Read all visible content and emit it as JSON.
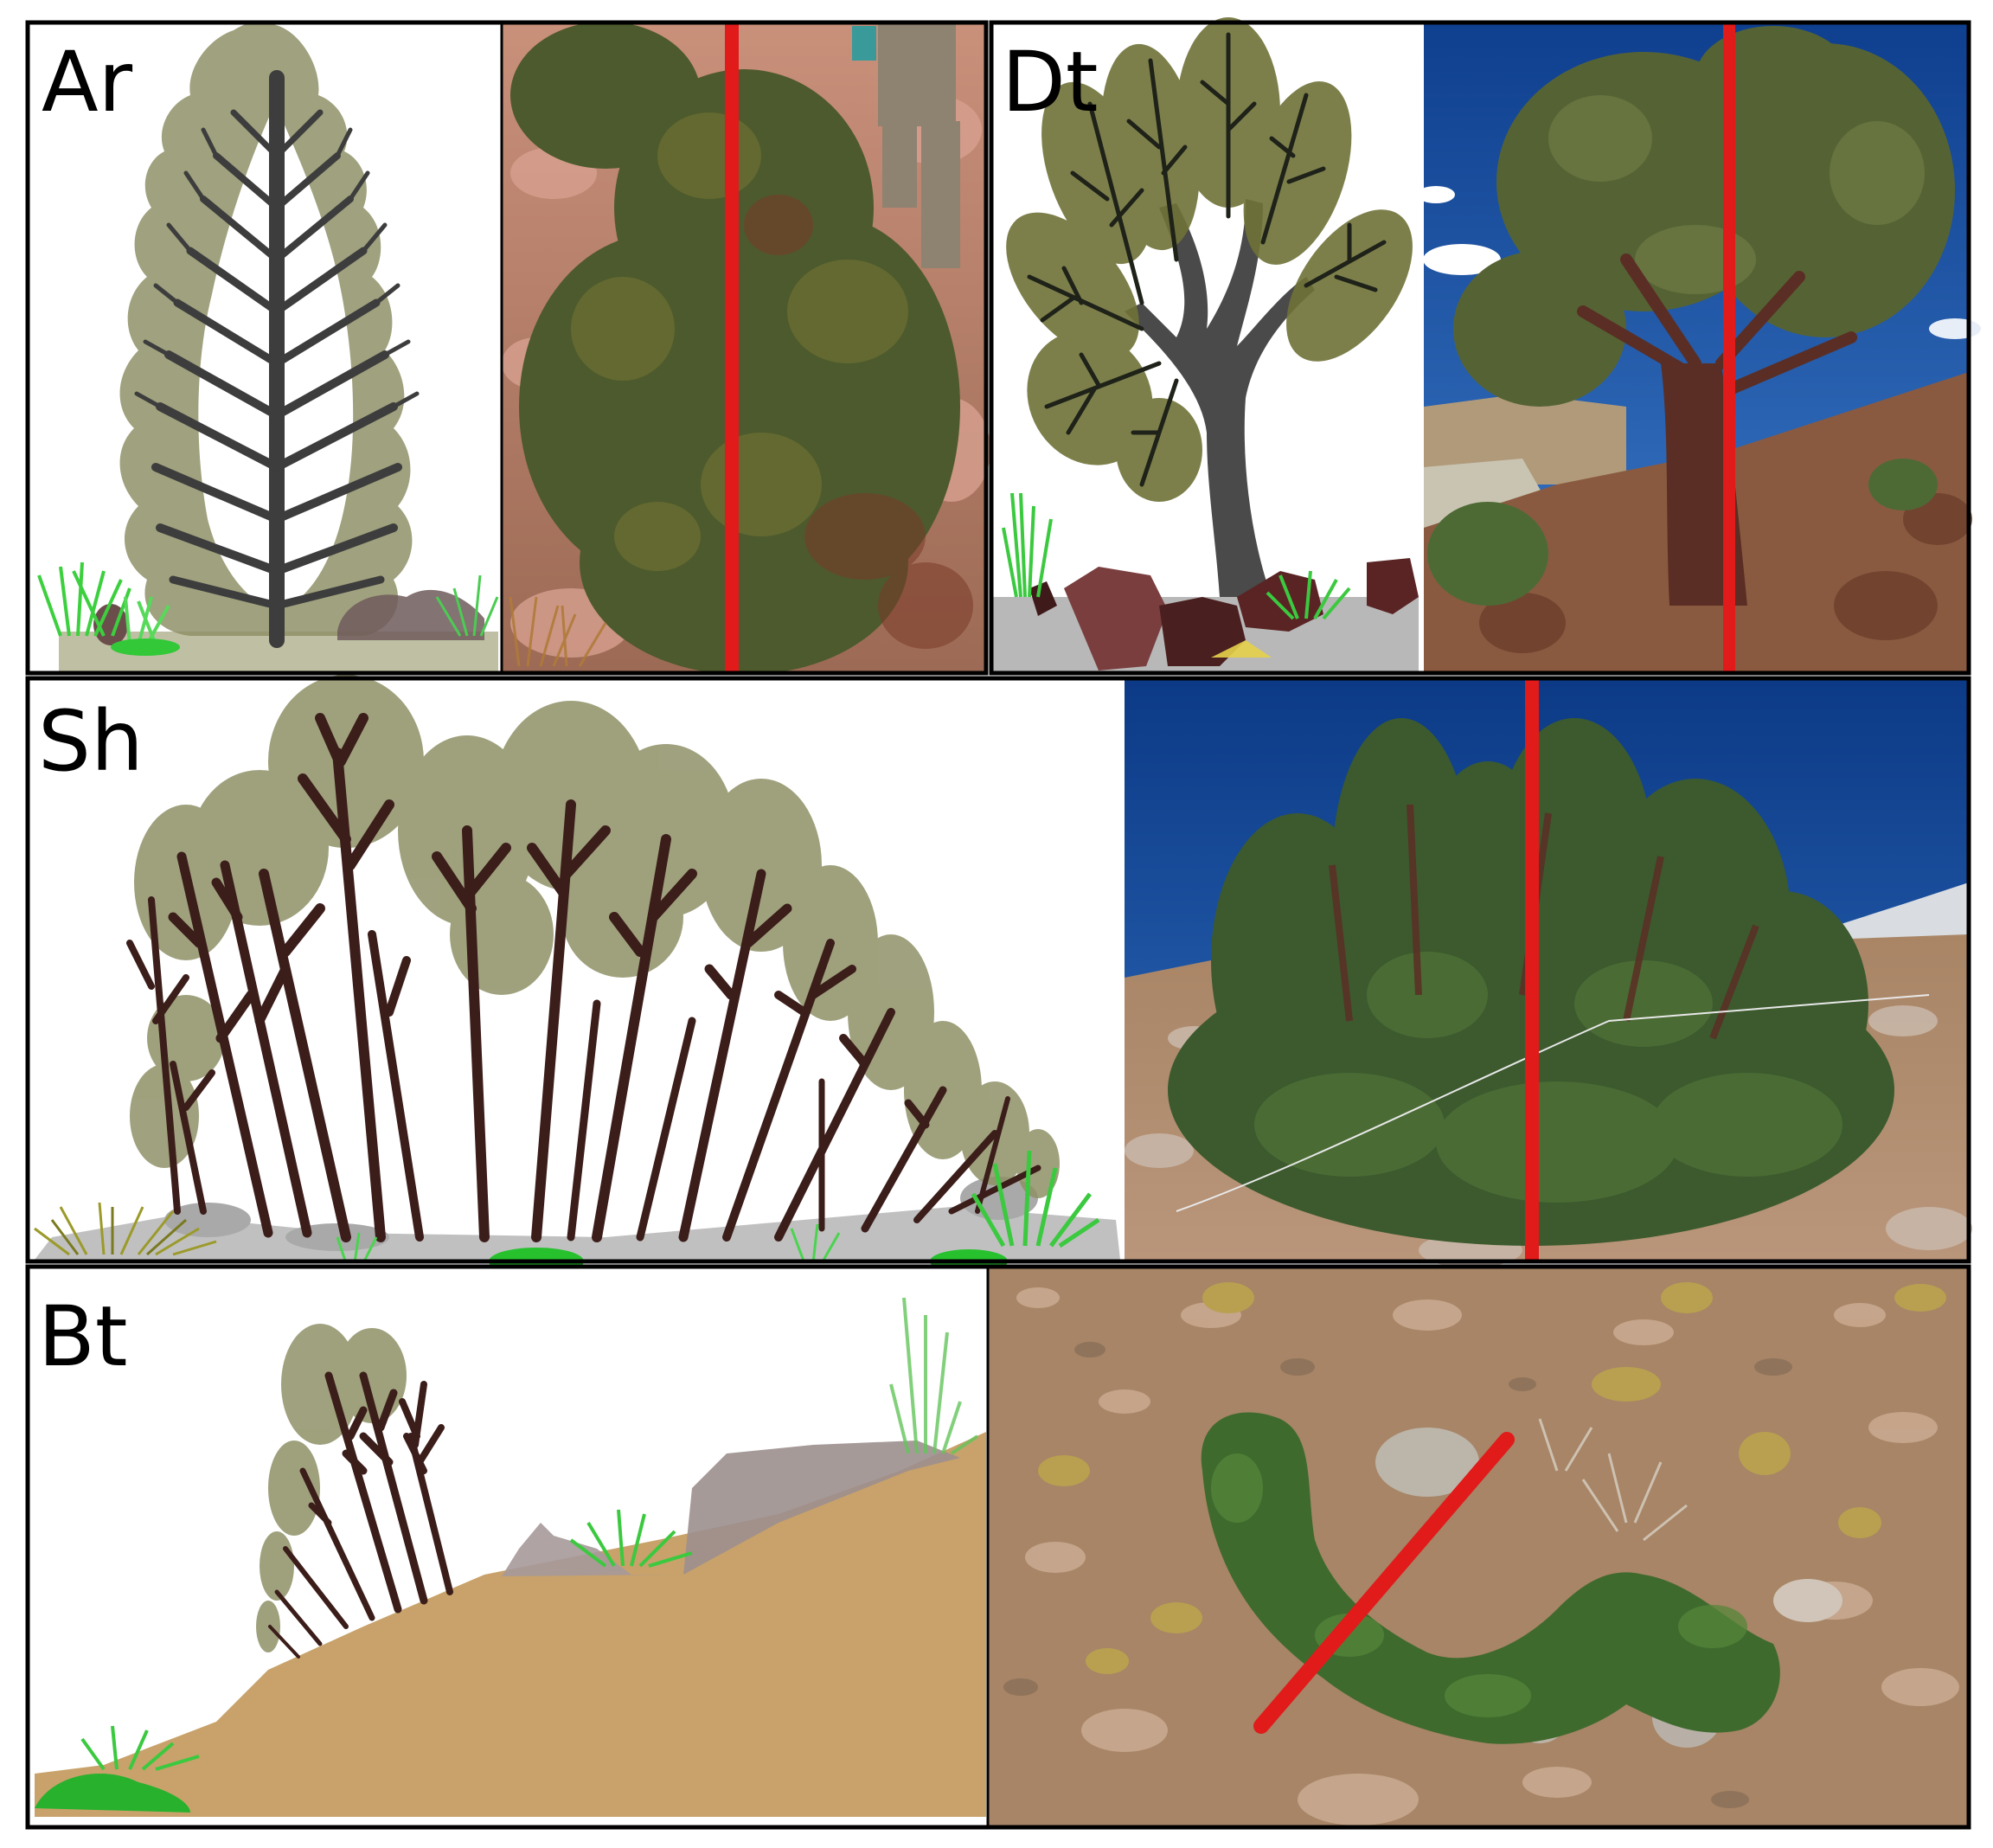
{
  "figure": {
    "panels": [
      {
        "id": "ar",
        "label": "Ar"
      },
      {
        "id": "dt",
        "label": "Dt"
      },
      {
        "id": "sh",
        "label": "Sh"
      },
      {
        "id": "bt",
        "label": "Bt"
      }
    ]
  },
  "colors": {
    "canopy": "#8a8e62",
    "branch_dark": "#3a3a3a",
    "branch_brown": "#3b1d1a",
    "marker": "#e11a1a",
    "sky": "#1d4e9a",
    "soil": "#c8a26a",
    "rock_grey": "#b9b9b9",
    "rock_brown": "#5a2b28",
    "grass_green": "#36c93a",
    "photo_scrub": "#556a3a"
  }
}
